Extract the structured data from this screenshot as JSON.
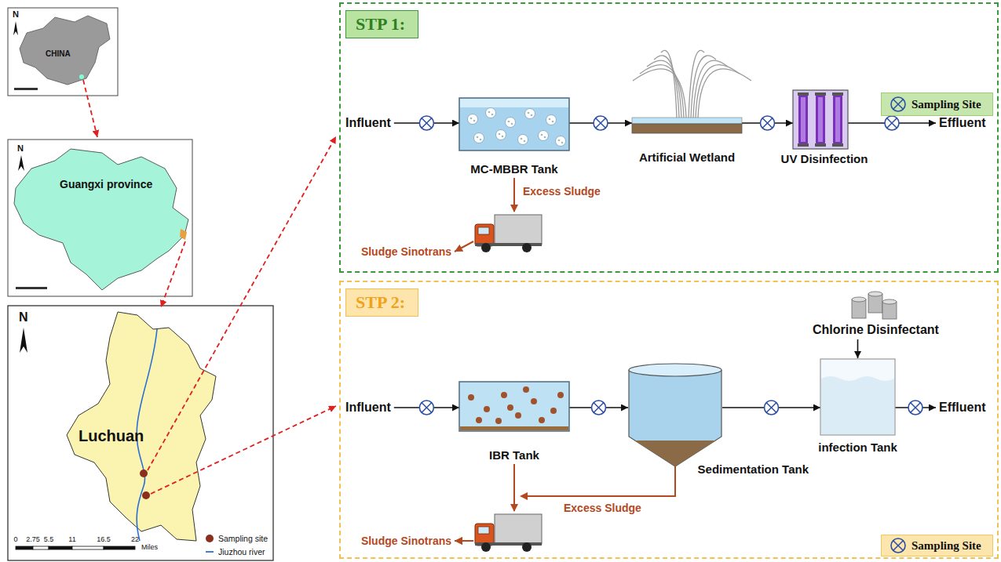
{
  "diagram": {
    "nodes": [
      {
        "text": [
          "STP 1:"
        ]
      },
      {
        "text": [
          "Influent"
        ],
        "in": 0
      },
      {
        "text": [
          "MC-MBBR Tank"
        ],
        "in": 0
      },
      {
        "text": [
          "Artificial Wetland"
        ],
        "in": 0
      },
      {
        "text": [
          "UV Disinfection"
        ],
        "in": 0
      },
      {
        "text": [
          "Effluent"
        ],
        "in": 0
      },
      {
        "text": [
          "Sludge Sinotrans"
        ],
        "in": 0
      },
      {
        "text": [
          "STP 2:"
        ]
      },
      {
        "text": [
          "Influent"
        ],
        "in": 7
      },
      {
        "text": [
          "IBR Tank"
        ],
        "in": 7
      },
      {
        "text": [
          "Sedimentation Tank"
        ],
        "in": 7
      },
      {
        "text": [
          "Chlorine Disinfectant"
        ],
        "in": 7
      },
      {
        "text": [
          "infection Tank"
        ],
        "in": 7
      },
      {
        "text": [
          "Effluent"
        ],
        "in": 7
      },
      {
        "text": [
          "Sludge Sinotrans"
        ],
        "in": 7
      }
    ],
    "edges": [
      {
        "from": 1,
        "to": 2,
        "arrow": "to"
      },
      {
        "from": 2,
        "to": 3,
        "arrow": "to"
      },
      {
        "from": 3,
        "to": 4,
        "arrow": "to"
      },
      {
        "from": 4,
        "to": 5,
        "arrow": "to"
      },
      {
        "from": 2,
        "to": 6,
        "arrow": "to",
        "label": "Excess Sludge"
      },
      {
        "from": 8,
        "to": 9,
        "arrow": "to"
      },
      {
        "from": 9,
        "to": 10,
        "arrow": "to"
      },
      {
        "from": 10,
        "to": 12,
        "arrow": "to"
      },
      {
        "from": 12,
        "to": 13,
        "arrow": "to"
      },
      {
        "from": 11,
        "to": 12,
        "arrow": "to"
      },
      {
        "from": 9,
        "to": 14,
        "arrow": "to"
      },
      {
        "from": 10,
        "to": 14,
        "arrow": "to",
        "label": "Excess Sludge"
      }
    ],
    "labels": [
      "CHINA",
      "N",
      "N",
      "N",
      "Guangxi province",
      "Luchuan",
      "0",
      "2.75",
      "5.5",
      "11",
      "16.5",
      "22",
      "Miles"
    ],
    "legend": [
      {
        "text": "Sampling Site"
      },
      {
        "text": "Sampling Site"
      },
      {
        "text": "Sampling site",
        "color": "#8b2e1e"
      },
      {
        "text": "Jiuzhou river"
      }
    ]
  }
}
